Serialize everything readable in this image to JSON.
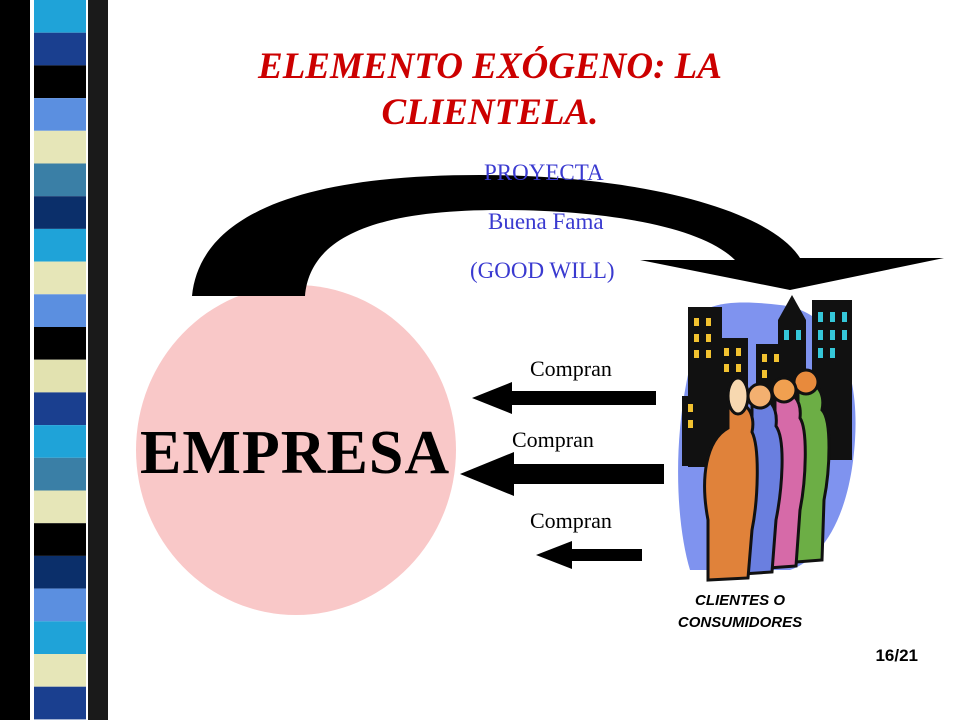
{
  "slide": {
    "title": "ELEMENTO EXÓGENO: LA CLIENTELA.",
    "page_number": "16/21"
  },
  "diagram": {
    "company_label": "EMPRESA",
    "customers_label": "CLIENTES O CONSUMIDORES",
    "arc_labels": [
      "PROYECTA",
      "Buena Fama",
      "(GOOD WILL)"
    ],
    "flows": [
      "Compran",
      "Compran",
      "Compran"
    ]
  },
  "colors": {
    "title": "#cc0000",
    "arc_text": "#3a3ad0",
    "company_circle": "#f9c8c8",
    "arrow": "#000000"
  }
}
